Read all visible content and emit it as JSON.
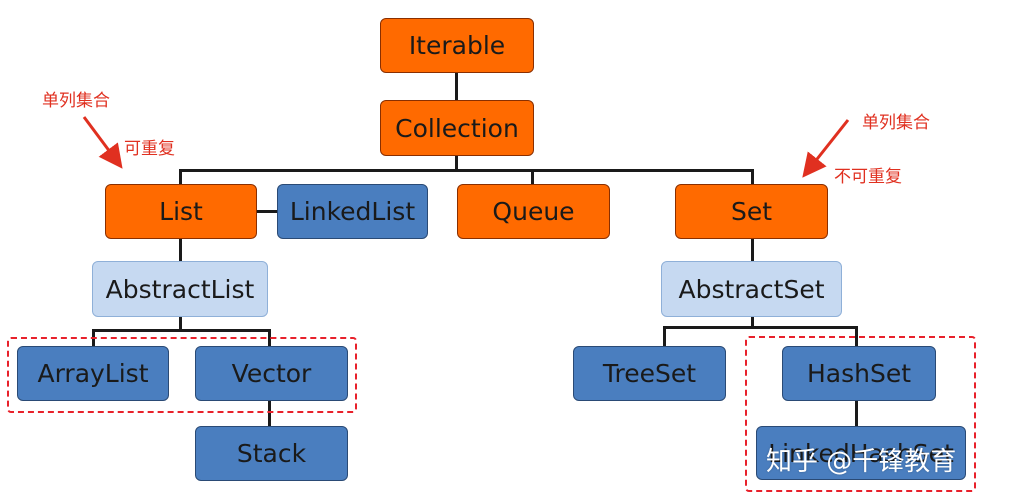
{
  "nodes": {
    "iterable": "Iterable",
    "collection": "Collection",
    "list": "List",
    "linkedlist": "LinkedList",
    "queue": "Queue",
    "set": "Set",
    "abstractlist": "AbstractList",
    "abstractset": "AbstractSet",
    "arraylist": "ArrayList",
    "vector": "Vector",
    "stack": "Stack",
    "treeset": "TreeSet",
    "hashset": "HashSet",
    "linkedhashset": "LinkedHashSet"
  },
  "annotations": {
    "left_top": "单列集合",
    "left_bottom": "可重复",
    "right_top": "单列集合",
    "right_bottom": "不可重复"
  },
  "watermark": "知乎 @千锋教育",
  "colors": {
    "interface": "#ff6a00",
    "class": "#4a7ebf",
    "abstract": "#c6d9f1",
    "annotation": "#e03020",
    "highlight_border": "#e8212b"
  }
}
